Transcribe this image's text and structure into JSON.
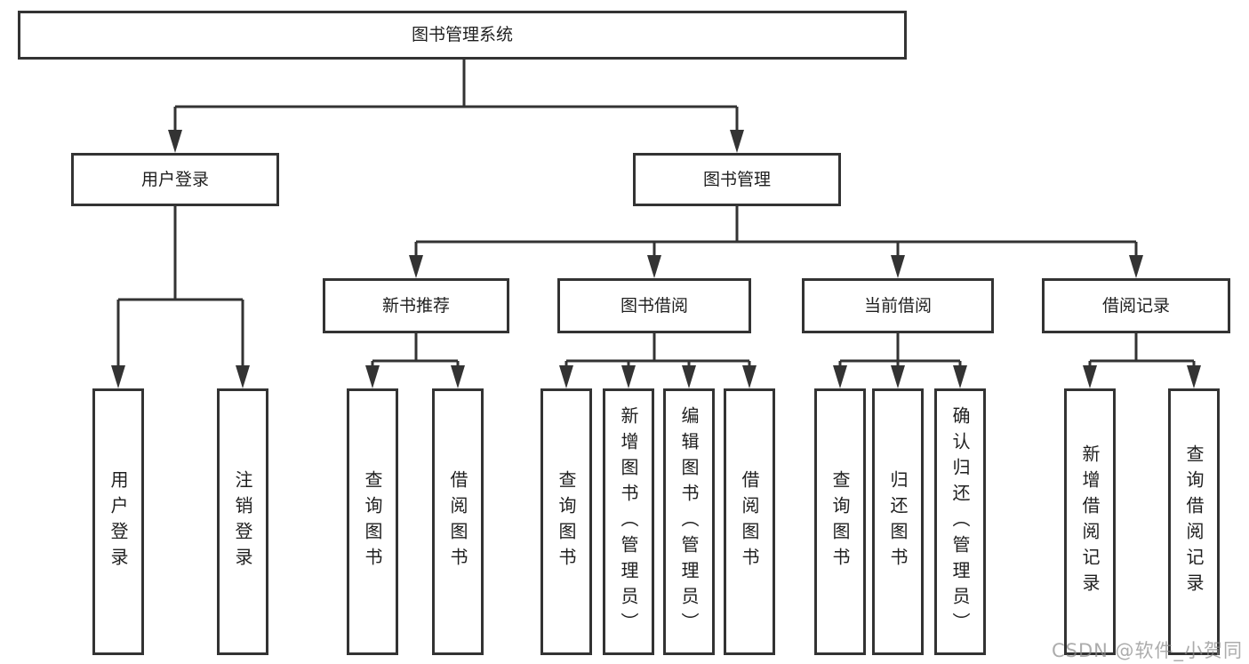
{
  "nodes": {
    "root": {
      "label": "图书管理系统"
    },
    "user_login": {
      "label": "用户登录"
    },
    "book_mgmt": {
      "label": "图书管理"
    },
    "new_book_rec": {
      "label": "新书推荐"
    },
    "book_borrow": {
      "label": "图书借阅"
    },
    "current_borrow": {
      "label": "当前借阅"
    },
    "borrow_record": {
      "label": "借阅记录"
    },
    "leaf_user_login": {
      "label": "用户登录"
    },
    "leaf_logout": {
      "label": "注销登录"
    },
    "leaf_rec_query": {
      "label": "查询图书"
    },
    "leaf_rec_borrow": {
      "label": "借阅图书"
    },
    "leaf_bb_query": {
      "label": "查询图书"
    },
    "leaf_bb_add": {
      "label": "新增图书（管理员）"
    },
    "leaf_bb_edit": {
      "label": "编辑图书（管理员）"
    },
    "leaf_bb_borrow": {
      "label": "借阅图书"
    },
    "leaf_cb_query": {
      "label": "查询图书"
    },
    "leaf_cb_return": {
      "label": "归还图书"
    },
    "leaf_cb_confirm": {
      "label": "确认归还（管理员）"
    },
    "leaf_br_add": {
      "label": "新增借阅记录"
    },
    "leaf_br_query": {
      "label": "查询借阅记录"
    }
  },
  "hierarchy": {
    "root": "图书管理系统",
    "children": [
      {
        "label": "用户登录",
        "children": [
          "用户登录",
          "注销登录"
        ]
      },
      {
        "label": "图书管理",
        "children": [
          {
            "label": "新书推荐",
            "children": [
              "查询图书",
              "借阅图书"
            ]
          },
          {
            "label": "图书借阅",
            "children": [
              "查询图书",
              "新增图书（管理员）",
              "编辑图书（管理员）",
              "借阅图书"
            ]
          },
          {
            "label": "当前借阅",
            "children": [
              "查询图书",
              "归还图书",
              "确认归还（管理员）"
            ]
          },
          {
            "label": "借阅记录",
            "children": [
              "新增借阅记录",
              "查询借阅记录"
            ]
          }
        ]
      }
    ]
  },
  "watermark": {
    "text": "CSDN @软件_小贺同学"
  },
  "colors": {
    "line": "#333333",
    "text": "#1f1f1f",
    "background": "#ffffff",
    "watermark": "#8a8a8a"
  }
}
